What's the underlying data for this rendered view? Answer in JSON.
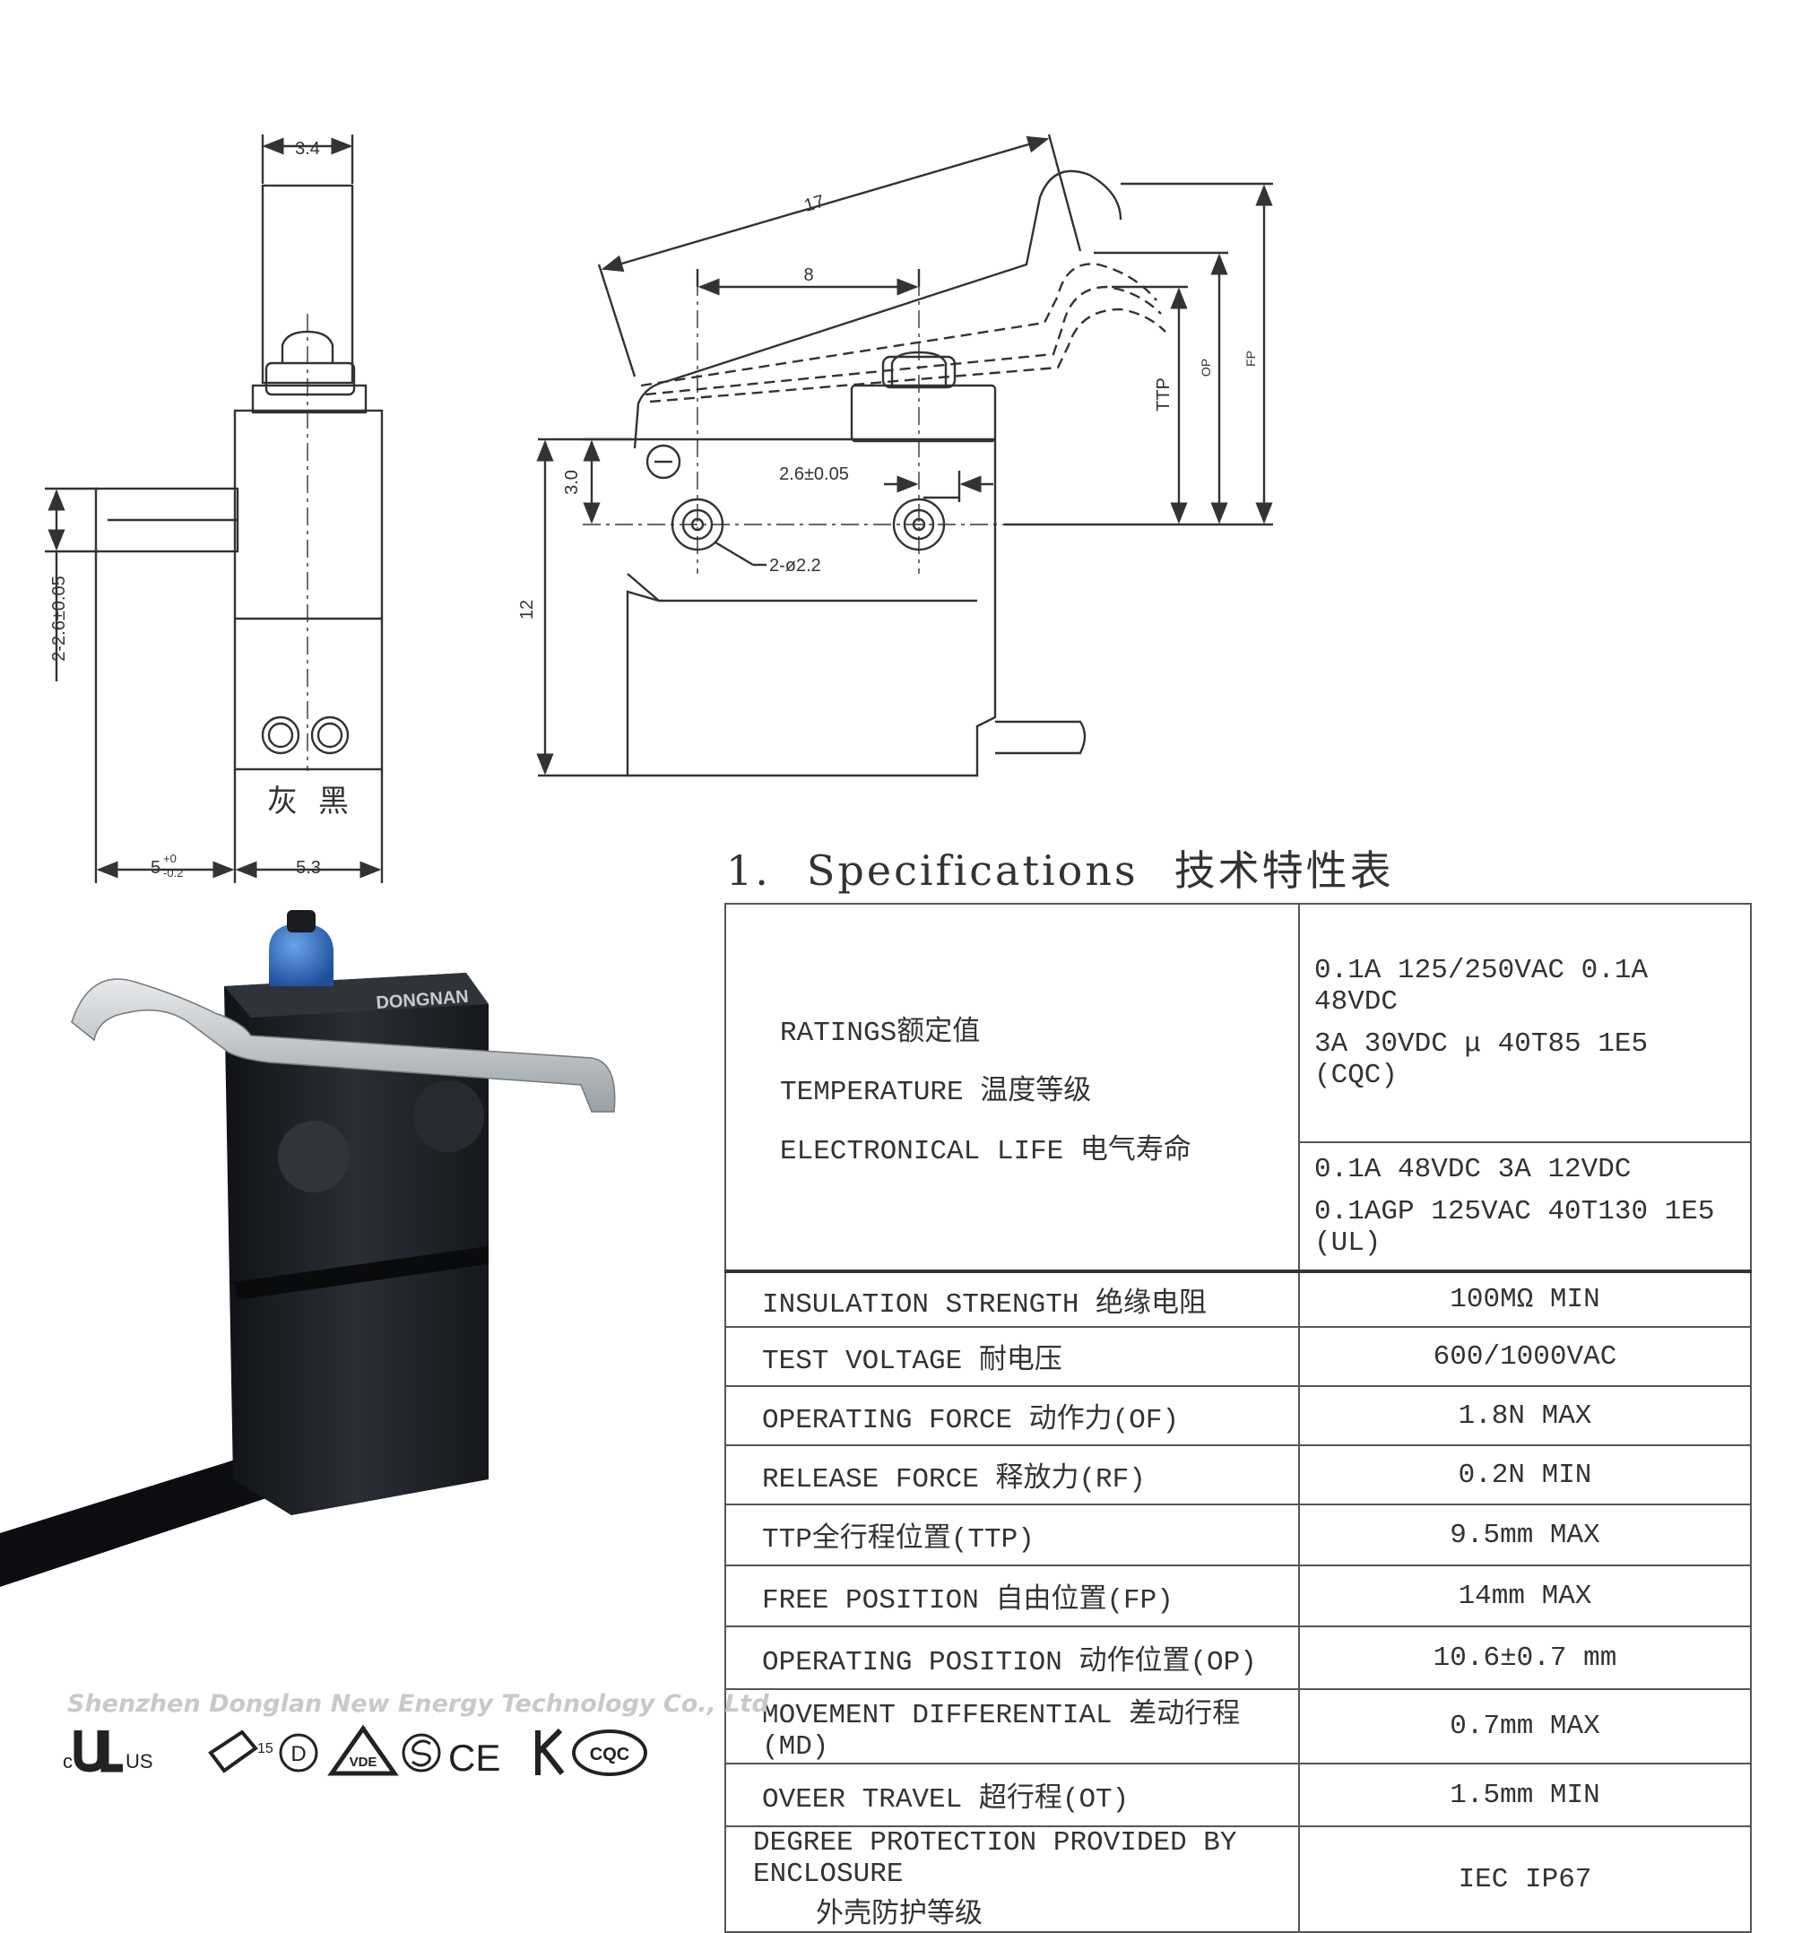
{
  "dimensions": {
    "top_width": "3.4",
    "terminal_spacing": "2-2.6±0.05",
    "bottom_left": "5",
    "bottom_left_tol_upper": "+0",
    "bottom_left_tol_lower": "-0.2",
    "bottom_right": "5.3",
    "lever_length": "17",
    "plunger_offset": "8",
    "hole_pitch": "2.6±0.05",
    "hole_height": "3.0",
    "body_height": "12",
    "holes": "2-ø2.2",
    "ttp": "TTP",
    "op": "OP",
    "fp": "FP"
  },
  "wire_labels": [
    "灰",
    "黑"
  ],
  "spec": {
    "number": "1.",
    "title_en": "Specifications",
    "title_cn": "技术特性表",
    "ratings": {
      "labels": [
        "RATINGS额定值",
        "TEMPERATURE 温度等级",
        "ELECTRONICAL LIFE 电气寿命"
      ],
      "values": [
        "0.1A 125/250VAC 0.1A 48VDC",
        "3A 30VDC μ 40T85 1E5 (CQC)",
        "0.1A 48VDC 3A 12VDC",
        "0.1AGP 125VAC 40T130 1E5 (UL)"
      ]
    },
    "rows": [
      {
        "label": "INSULATION STRENGTH 绝缘电阻",
        "value": "100MΩ MIN"
      },
      {
        "label": "TEST VOLTAGE 耐电压",
        "value": "600/1000VAC"
      },
      {
        "label": "OPERATING FORCE 动作力(OF)",
        "value": "1.8N MAX"
      },
      {
        "label": "RELEASE FORCE 释放力(RF)",
        "value": "0.2N MIN"
      },
      {
        "label": "TTP全行程位置(TTP)",
        "value": "9.5mm MAX"
      },
      {
        "label": "FREE POSITION 自由位置(FP)",
        "value": "14mm MAX"
      },
      {
        "label": "OPERATING POSITION 动作位置(OP)",
        "value": "10.6±0.7 mm"
      },
      {
        "label": "MOVEMENT DIFFERENTIAL 差动行程(MD)",
        "value": "0.7mm MAX"
      },
      {
        "label": "OVEER TRAVEL 超行程(OT)",
        "value": "1.5mm MIN"
      },
      {
        "label": "DEGREE PROTECTION PROVIDED BY ENCLOSURE",
        "label2": "外壳防护等级",
        "value": "IEC IP67"
      }
    ]
  },
  "photo": {
    "brand": "DONGNAN"
  },
  "company": "Shenzhen Donglan New Energy Technology Co., Ltd",
  "certifications": {
    "ul_c": "c",
    "ul_us": "US",
    "enec_num": "15",
    "demko": "D",
    "vde": "VDE",
    "ce": "CE",
    "cqc": "CQC"
  },
  "colors": {
    "line": "#333333",
    "body": "#1c1f24",
    "actuator": "#2a66b8",
    "lever": "#c9cdd2",
    "watermark": "#c9c9c9"
  }
}
